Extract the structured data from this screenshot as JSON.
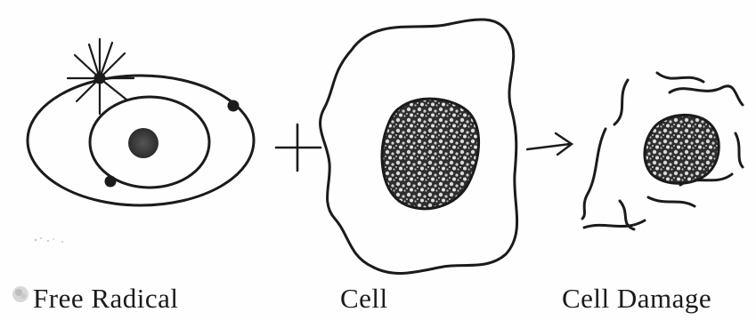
{
  "labels": {
    "free_radical": "Free Radical",
    "cell": "Cell",
    "cell_damage": "Cell Damage"
  },
  "symbols": {
    "plus": "+"
  },
  "colors": {
    "ink": "#1b1b1b",
    "paper": "#fefefe",
    "nucleus_fill": "#3a3a3a"
  }
}
